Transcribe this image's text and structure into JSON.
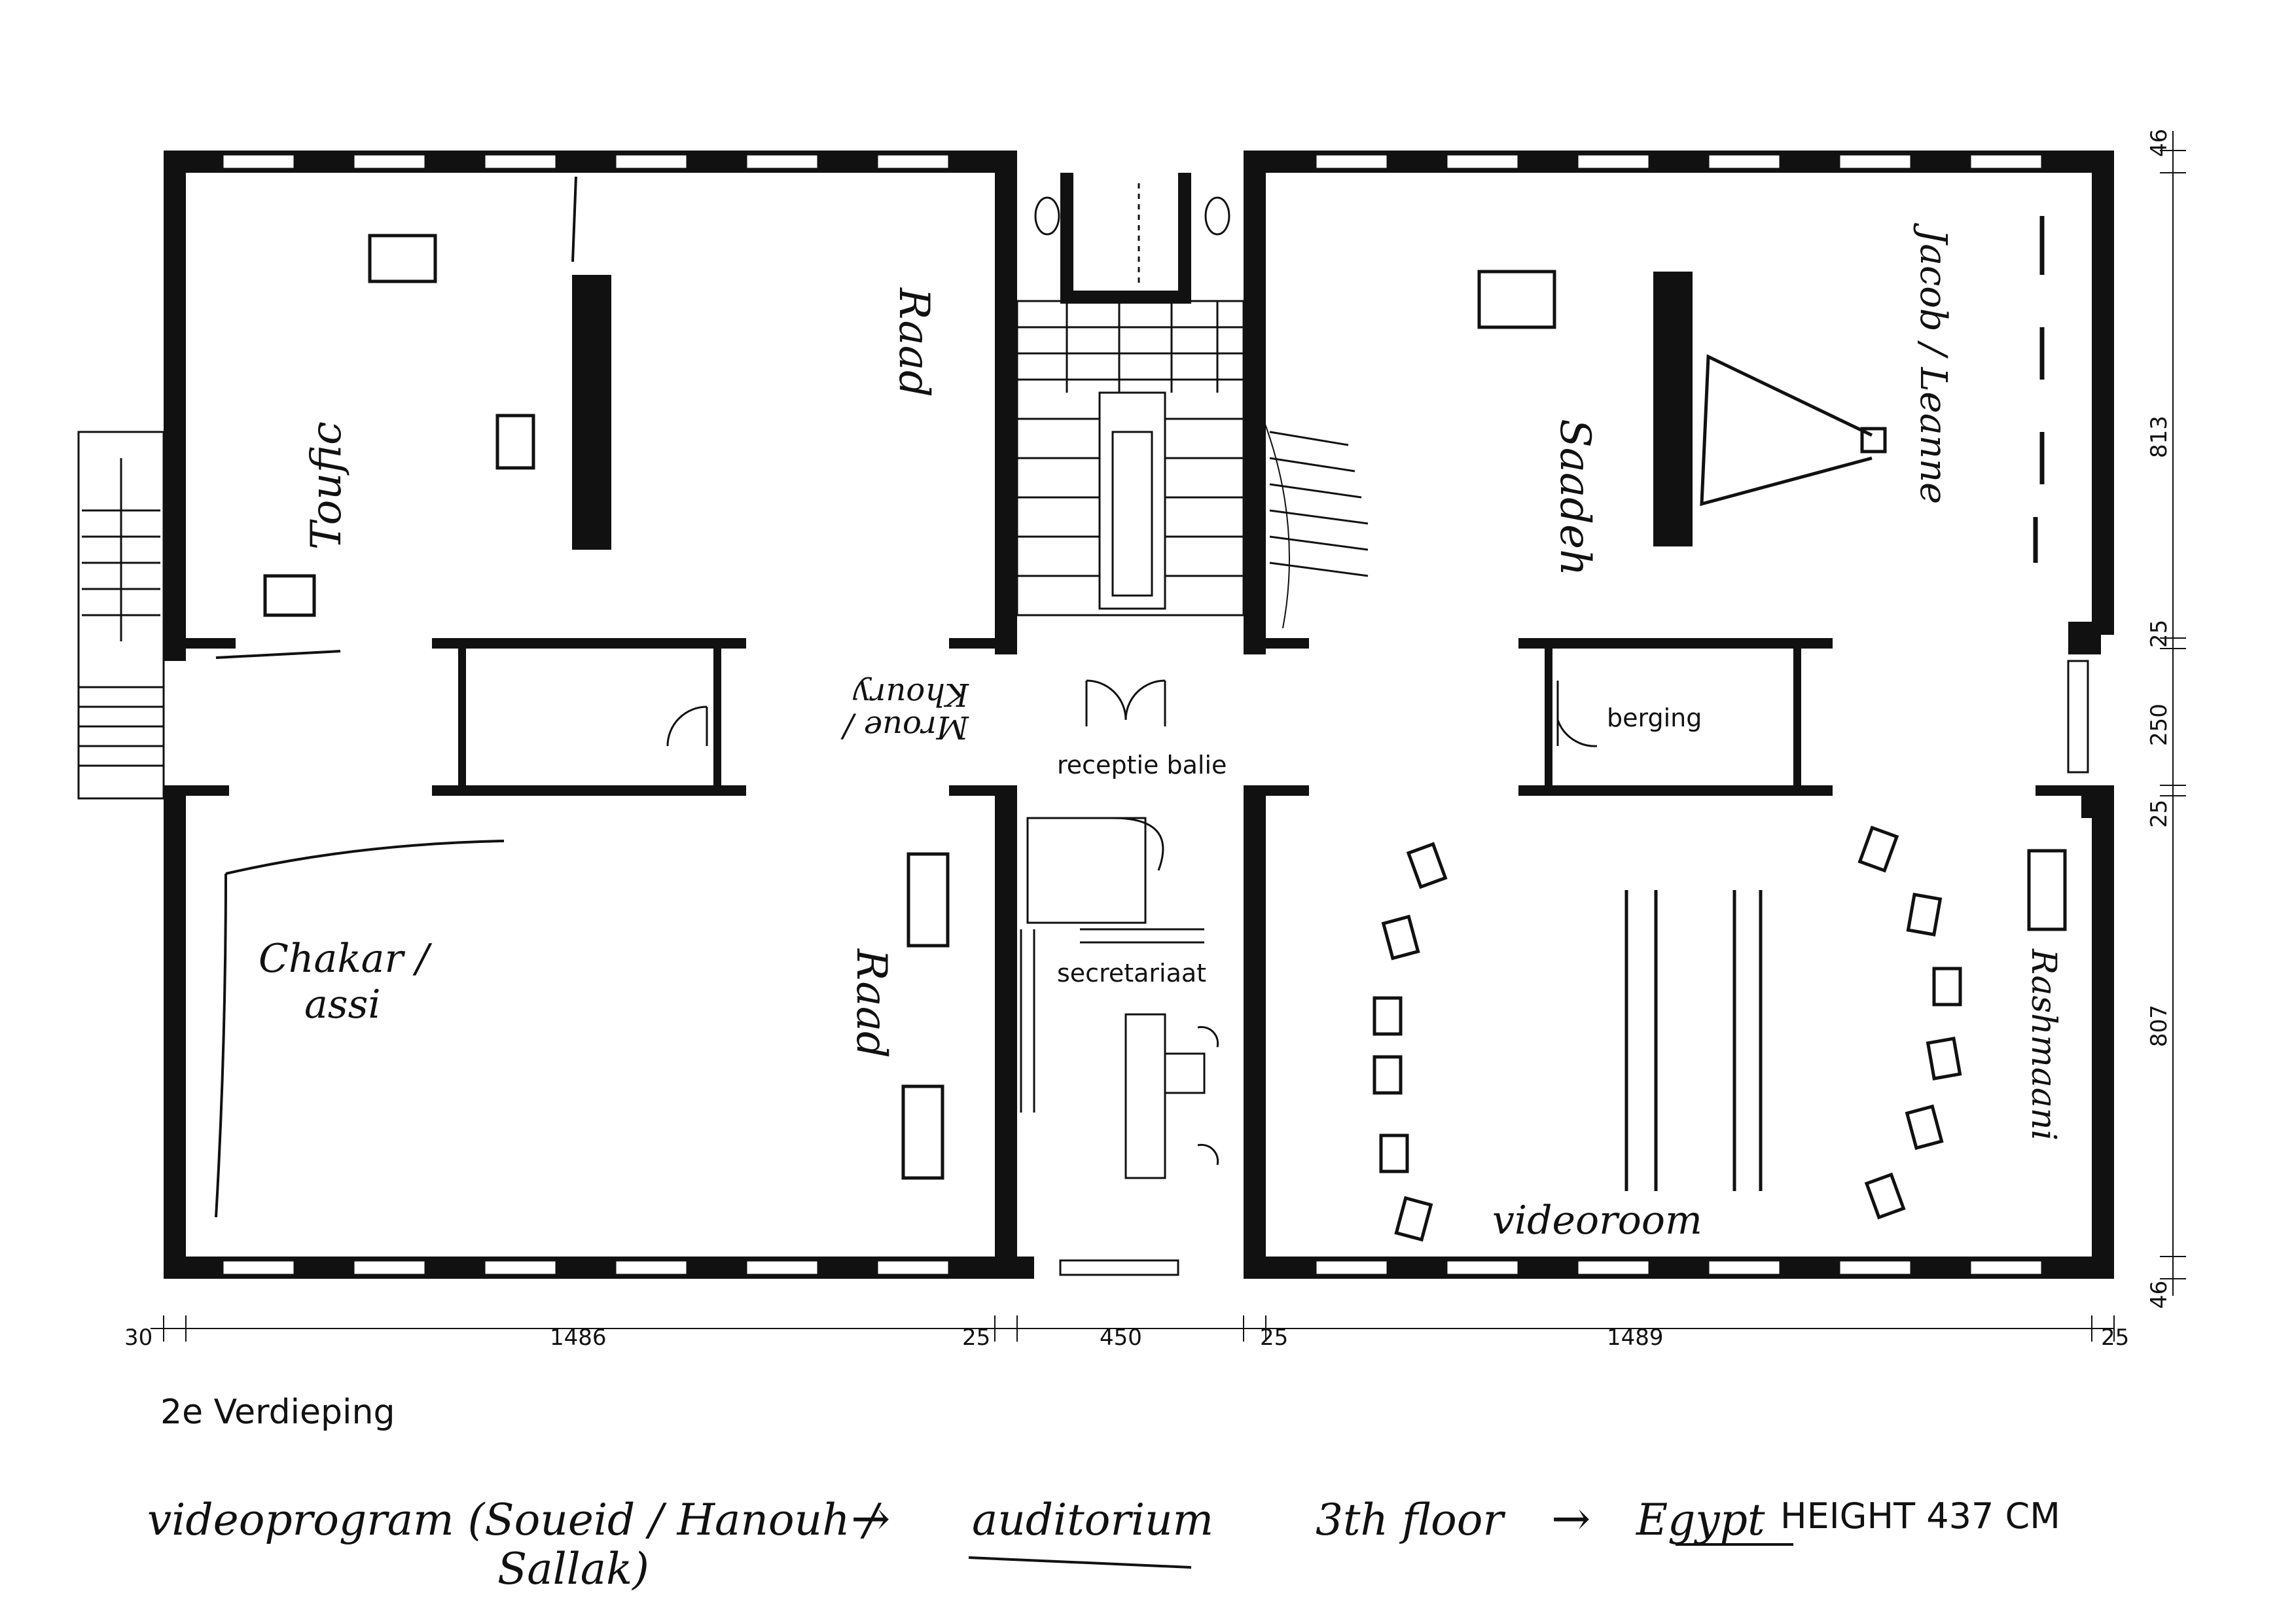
{
  "floor_title": "2e Verdieping",
  "printed_labels": {
    "reception": "receptie balie",
    "storage": "berging",
    "secretariat": "secretariaat",
    "videoroom": "videoroom"
  },
  "handwritten_names": {
    "topleft": "Toufic",
    "raad_top": "Raad",
    "raad_bottom": "Raad",
    "chakar_line1": "Chakar /",
    "chakar_line2": "assi",
    "mroue_line1": "Mroue /",
    "mroue_line2": "Khoury",
    "saadeh": "Saadeh",
    "jacob": "Jacob / Leanne",
    "rashmaani": "Rashmaani"
  },
  "dimensions": {
    "bottom": [
      "30",
      "1486",
      "25",
      "450",
      "25",
      "1489",
      "25"
    ],
    "right": [
      "46",
      "813",
      "25",
      "250",
      "25",
      "807",
      "46"
    ]
  },
  "bottom_note": {
    "line1": "videoprogram (Soueid / Hanouh /",
    "line2": "Sallak)",
    "arrow1": "→",
    "auditorium": "auditorium",
    "floor": "3th floor",
    "arrow2": "→",
    "egypt": "Egypt",
    "height": "HEIGHT 437 CM"
  },
  "colors": {
    "wall": "#111111",
    "paper": "#ffffff"
  }
}
